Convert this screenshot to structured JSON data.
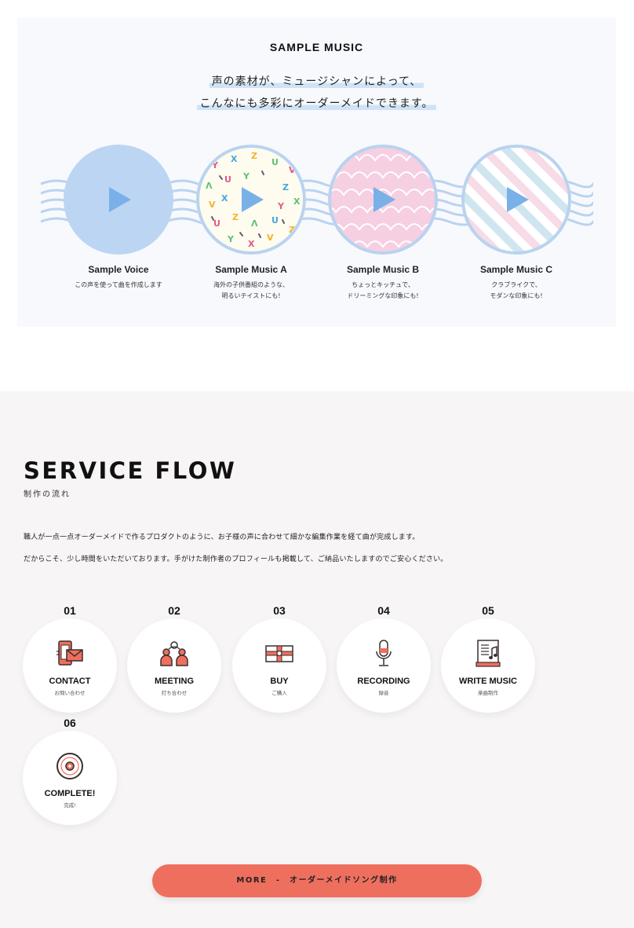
{
  "sample": {
    "title": "SAMPLE MUSIC",
    "lead_line1": "声の素材が、ミュージシャンによって、",
    "lead_line2": "こんなにも多彩にオーダーメイドできます。",
    "items": [
      {
        "label": "Sample Voice",
        "desc_line1": "この声を使って曲を作成します",
        "desc_line2": ""
      },
      {
        "label": "Sample Music A",
        "desc_line1": "海外の子供番組のような、",
        "desc_line2": "明るいテイストにも!"
      },
      {
        "label": "Sample Music B",
        "desc_line1": "ちょっとキッチュで、",
        "desc_line2": "ドリーミングな印象にも!"
      },
      {
        "label": "Sample Music C",
        "desc_line1": "クラブライクで、",
        "desc_line2": "モダンな印象にも!"
      }
    ],
    "play_icon": "play-icon",
    "colors": {
      "accent_blue": "#7ab0e8",
      "disc_blue": "#bcd5f3",
      "pink": "#f6cfe2"
    }
  },
  "flow": {
    "title": "SERVICE FLOW",
    "subtitle": "制作の流れ",
    "text_line1": "職人が一点一点オーダーメイドで作るプロダクトのように、お子様の声に合わせて細かな編集作業を経て曲が完成します。",
    "text_line2": "だからこそ、少し時間をいただいております。手がけた制作者のプロフィールも掲載して、ご納品いたしますのでご安心ください。",
    "steps": [
      {
        "num": "01",
        "label": "CONTACT",
        "jp": "お問い合わせ",
        "icon": "contact-phone-mail-icon"
      },
      {
        "num": "02",
        "label": "MEETING",
        "jp": "打ち合わせ",
        "icon": "meeting-people-icon"
      },
      {
        "num": "03",
        "label": "BUY",
        "jp": "ご購入",
        "icon": "gift-box-icon"
      },
      {
        "num": "04",
        "label": "RECORDING",
        "jp": "録音",
        "icon": "microphone-icon"
      },
      {
        "num": "05",
        "label": "WRITE MUSIC",
        "jp": "楽曲制作",
        "icon": "music-sheet-icon"
      },
      {
        "num": "06",
        "label": "COMPLETE!",
        "jp": "完成!",
        "icon": "disc-icon"
      }
    ],
    "more_button": "MORE　-　オーダーメイドソング制作",
    "colors": {
      "accent_red": "#ef6f5e",
      "icon_dark": "#3a2f2f"
    }
  }
}
